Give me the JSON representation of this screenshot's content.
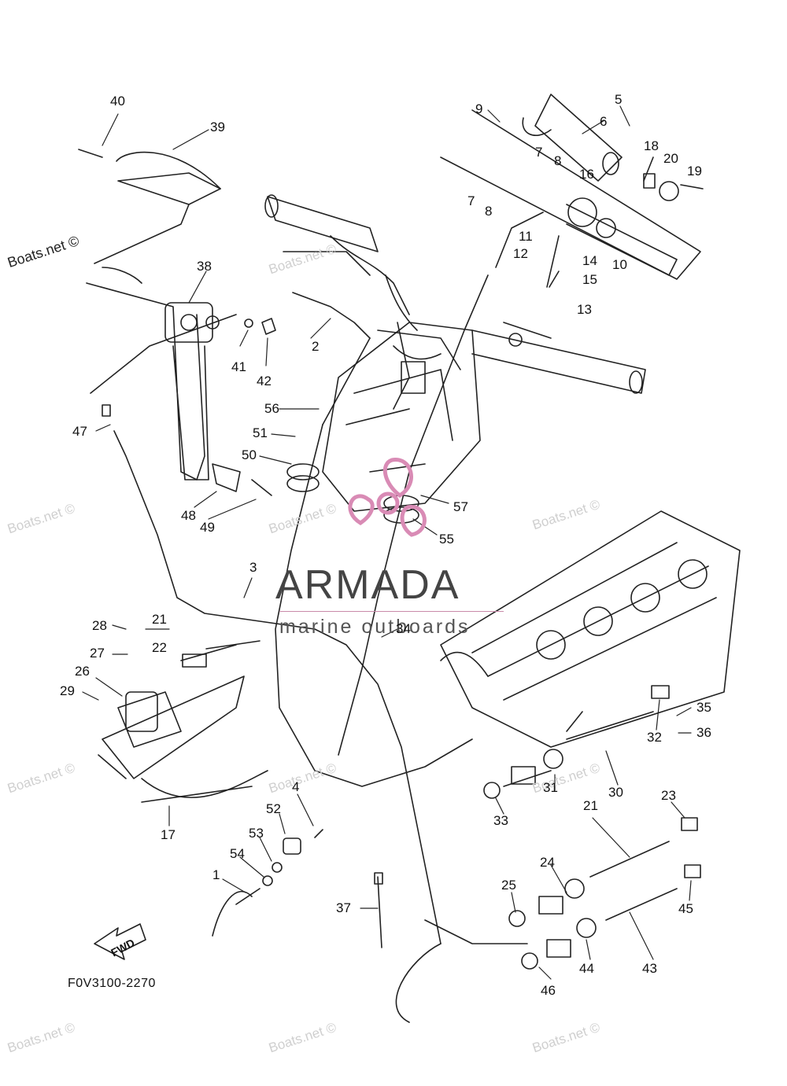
{
  "diagram": {
    "code": "F0V3100-2270",
    "fwd_label": "FWD",
    "brand_name": "ARMADA",
    "brand_tagline": "marine outboards",
    "watermark_text": "Boats.net ©",
    "callouts": [
      {
        "id": "40",
        "label": "40"
      },
      {
        "id": "39",
        "label": "39"
      },
      {
        "id": "38",
        "label": "38"
      },
      {
        "id": "41",
        "label": "41"
      },
      {
        "id": "42",
        "label": "42"
      },
      {
        "id": "47",
        "label": "47"
      },
      {
        "id": "48",
        "label": "48"
      },
      {
        "id": "49",
        "label": "49"
      },
      {
        "id": "3",
        "label": "3"
      },
      {
        "id": "2",
        "label": "2"
      },
      {
        "id": "56",
        "label": "56"
      },
      {
        "id": "51",
        "label": "51"
      },
      {
        "id": "50",
        "label": "50"
      },
      {
        "id": "57",
        "label": "57"
      },
      {
        "id": "55",
        "label": "55"
      },
      {
        "id": "34",
        "label": "34"
      },
      {
        "id": "5",
        "label": "5"
      },
      {
        "id": "6",
        "label": "6"
      },
      {
        "id": "9",
        "label": "9"
      },
      {
        "id": "7a",
        "label": "7"
      },
      {
        "id": "8a",
        "label": "8"
      },
      {
        "id": "7b",
        "label": "7"
      },
      {
        "id": "8b",
        "label": "8"
      },
      {
        "id": "16",
        "label": "16"
      },
      {
        "id": "18",
        "label": "18"
      },
      {
        "id": "20",
        "label": "20"
      },
      {
        "id": "19",
        "label": "19"
      },
      {
        "id": "11",
        "label": "11"
      },
      {
        "id": "12",
        "label": "12"
      },
      {
        "id": "14",
        "label": "14"
      },
      {
        "id": "10",
        "label": "10"
      },
      {
        "id": "15",
        "label": "15"
      },
      {
        "id": "13",
        "label": "13"
      },
      {
        "id": "28",
        "label": "28"
      },
      {
        "id": "21a",
        "label": "21"
      },
      {
        "id": "22",
        "label": "22"
      },
      {
        "id": "27",
        "label": "27"
      },
      {
        "id": "26",
        "label": "26"
      },
      {
        "id": "29",
        "label": "29"
      },
      {
        "id": "17",
        "label": "17"
      },
      {
        "id": "4",
        "label": "4"
      },
      {
        "id": "52",
        "label": "52"
      },
      {
        "id": "53",
        "label": "53"
      },
      {
        "id": "54",
        "label": "54"
      },
      {
        "id": "1",
        "label": "1"
      },
      {
        "id": "37",
        "label": "37"
      },
      {
        "id": "35",
        "label": "35"
      },
      {
        "id": "36",
        "label": "36"
      },
      {
        "id": "32",
        "label": "32"
      },
      {
        "id": "30",
        "label": "30"
      },
      {
        "id": "31",
        "label": "31"
      },
      {
        "id": "33",
        "label": "33"
      },
      {
        "id": "23",
        "label": "23"
      },
      {
        "id": "21b",
        "label": "21"
      },
      {
        "id": "24",
        "label": "24"
      },
      {
        "id": "25",
        "label": "25"
      },
      {
        "id": "45",
        "label": "45"
      },
      {
        "id": "43",
        "label": "43"
      },
      {
        "id": "44",
        "label": "44"
      },
      {
        "id": "46",
        "label": "46"
      }
    ]
  }
}
